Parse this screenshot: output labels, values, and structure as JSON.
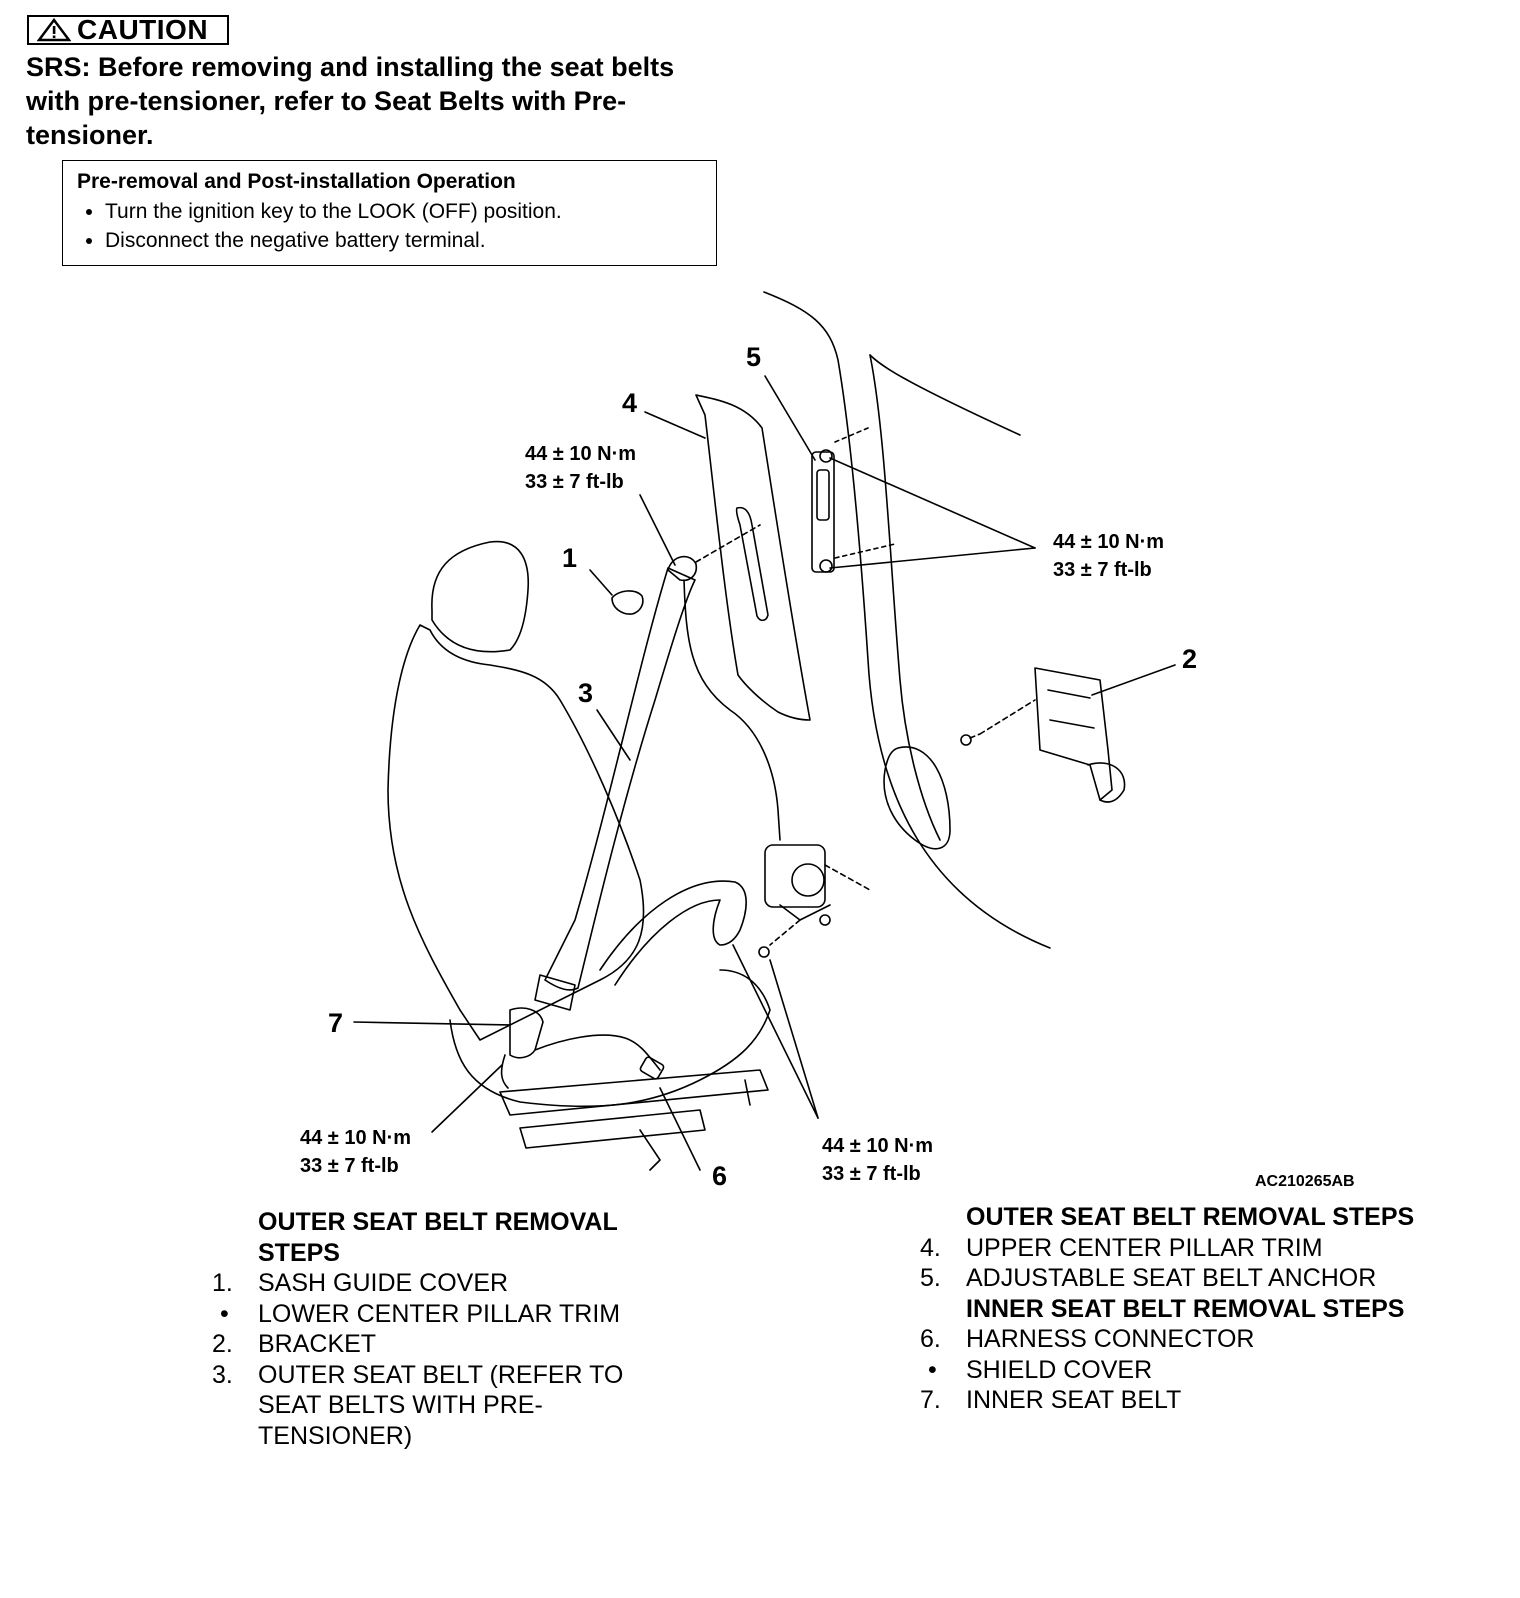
{
  "caution": {
    "label": "CAUTION",
    "icon": "warning-triangle-icon",
    "message": "SRS: Before removing and installing the seat belts with pre-tensioner, refer to Seat Belts with Pre-tensioner."
  },
  "pre_operation": {
    "heading": "Pre-removal and Post-installation Operation",
    "items": [
      "Turn the ignition key to the LOOK (OFF) position.",
      "Disconnect the negative battery terminal."
    ]
  },
  "diagram": {
    "callouts": [
      "1",
      "2",
      "3",
      "4",
      "5",
      "6",
      "7"
    ],
    "torque_spec": {
      "metric": "44 ± 10 N·m",
      "imperial": "33 ± 7 ft-lb"
    },
    "figure_code": "AC210265AB"
  },
  "steps_left": {
    "heading": "OUTER SEAT BELT REMOVAL STEPS",
    "items": [
      {
        "marker": "1.",
        "text": "SASH GUIDE COVER"
      },
      {
        "marker": "•",
        "text": "LOWER CENTER PILLAR TRIM"
      },
      {
        "marker": "2.",
        "text": "BRACKET"
      },
      {
        "marker": "3.",
        "text": "OUTER SEAT BELT (REFER TO SEAT BELTS WITH PRE-TENSIONER)"
      }
    ]
  },
  "steps_right": {
    "heading": "OUTER SEAT BELT REMOVAL STEPS",
    "items": [
      {
        "marker": "4.",
        "text": "UPPER CENTER PILLAR TRIM"
      },
      {
        "marker": "5.",
        "text": "ADJUSTABLE SEAT BELT ANCHOR"
      }
    ],
    "heading2": "INNER SEAT BELT REMOVAL STEPS",
    "items2": [
      {
        "marker": "6.",
        "text": "HARNESS CONNECTOR"
      },
      {
        "marker": "•",
        "text": "SHIELD COVER"
      },
      {
        "marker": "7.",
        "text": "INNER SEAT BELT"
      }
    ]
  }
}
